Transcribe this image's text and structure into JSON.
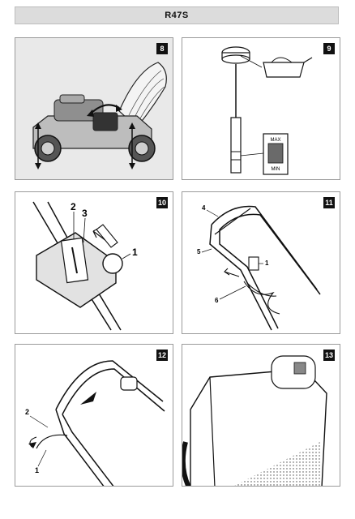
{
  "header": {
    "title": "R47S"
  },
  "panels": [
    {
      "number": "8",
      "callouts": []
    },
    {
      "number": "9",
      "callouts": [],
      "dipstick_labels": [
        "MAX",
        "MIN"
      ]
    },
    {
      "number": "10",
      "callouts": [
        "2",
        "3",
        "1"
      ]
    },
    {
      "number": "11",
      "callouts": [
        "4",
        "5",
        "1",
        "6"
      ]
    },
    {
      "number": "12",
      "callouts": [
        "2",
        "1"
      ]
    },
    {
      "number": "13",
      "callouts": []
    }
  ]
}
